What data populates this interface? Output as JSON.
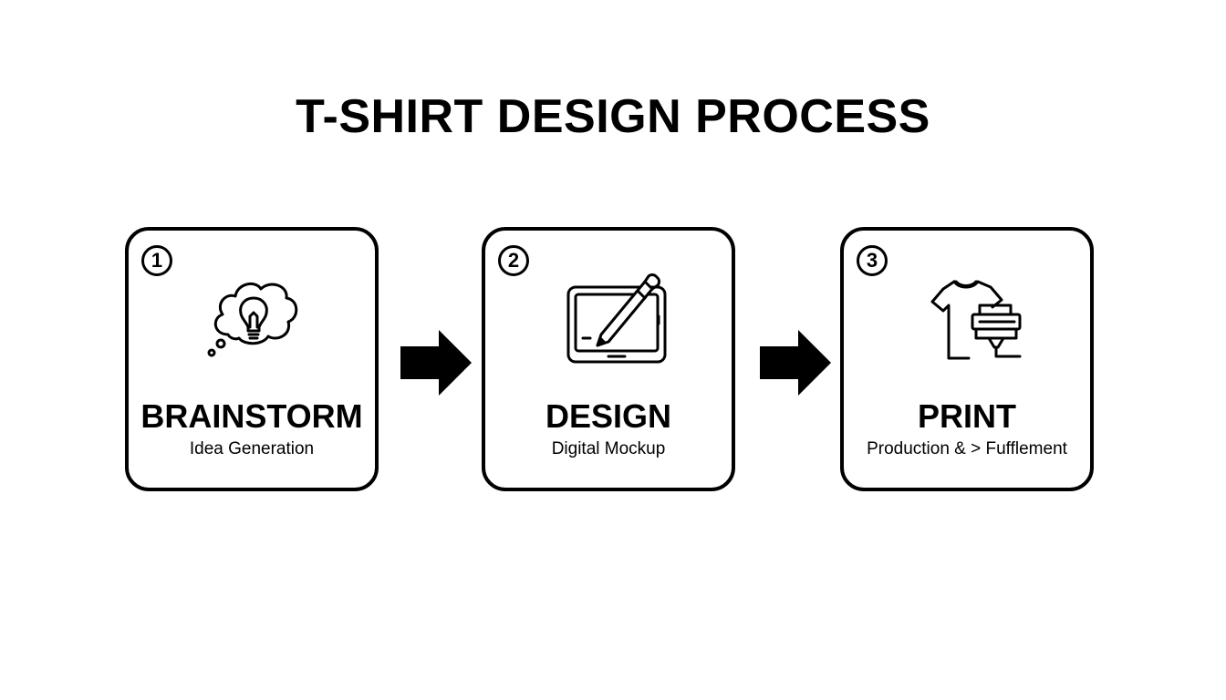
{
  "title": "T-SHIRT DESIGN PROCESS",
  "steps": [
    {
      "number": "1",
      "title": "BRAINSTORM",
      "subtitle": "Idea Generation",
      "icon": "lightbulb-thought-icon"
    },
    {
      "number": "2",
      "title": "DESIGN",
      "subtitle": "Digital Mockup",
      "icon": "tablet-pencil-icon"
    },
    {
      "number": "3",
      "title": "PRINT",
      "subtitle": "Production & > Fufflement",
      "icon": "tshirt-printer-icon"
    }
  ],
  "colors": {
    "stroke": "#000000",
    "background": "#ffffff"
  }
}
